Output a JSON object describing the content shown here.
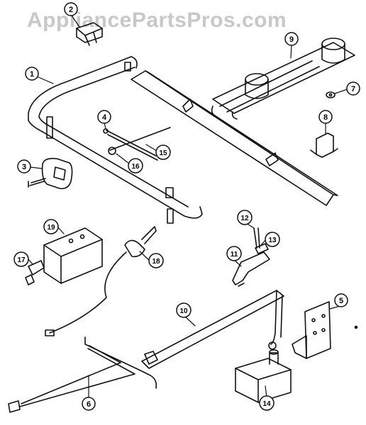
{
  "watermark": "AppliancePartsPros.com",
  "callouts": [
    {
      "id": "c1",
      "label": "1"
    },
    {
      "id": "c2",
      "label": "2"
    },
    {
      "id": "c3",
      "label": "3"
    },
    {
      "id": "c4",
      "label": "4"
    },
    {
      "id": "c5",
      "label": "5"
    },
    {
      "id": "c6",
      "label": "6"
    },
    {
      "id": "c7",
      "label": "7"
    },
    {
      "id": "c8",
      "label": "8"
    },
    {
      "id": "c9",
      "label": "9"
    },
    {
      "id": "c10",
      "label": "10"
    },
    {
      "id": "c11",
      "label": "11"
    },
    {
      "id": "c12",
      "label": "12"
    },
    {
      "id": "c13",
      "label": "13"
    },
    {
      "id": "c14",
      "label": "14"
    },
    {
      "id": "c15",
      "label": "15"
    },
    {
      "id": "c16",
      "label": "16"
    },
    {
      "id": "c17",
      "label": "17"
    },
    {
      "id": "c18",
      "label": "18"
    },
    {
      "id": "c19",
      "label": "19"
    }
  ],
  "colors": {
    "line": "#111111",
    "callout_fill": "#ffffff",
    "watermark": "#c8c8c8"
  }
}
